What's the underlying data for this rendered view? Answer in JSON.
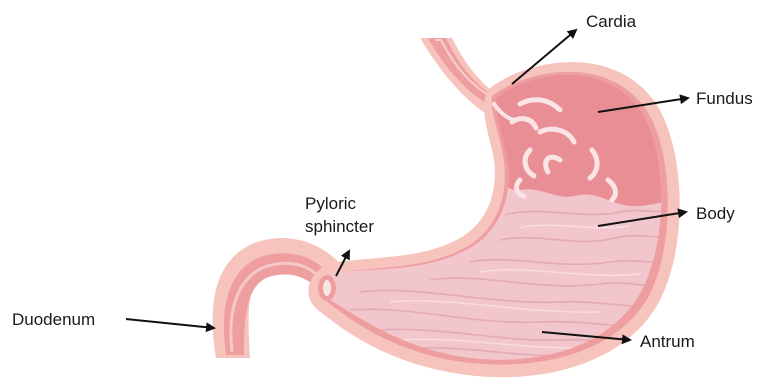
{
  "labels": {
    "cardia": "Cardia",
    "fundus": "Fundus",
    "body": "Body",
    "antrum": "Antrum",
    "pyloric_line1": "Pyloric",
    "pyloric_line2": "sphincter",
    "duodenum": "Duodenum"
  },
  "colors": {
    "outer_wall": "#f7c4bd",
    "muscle": "#ee9e9e",
    "mucosa_fundus": "#ea8e96",
    "body_lining": "#f1c6cc",
    "fold_line": "#e2a8b2",
    "highlight": "#fbe4e6",
    "arrow": "#111111"
  }
}
